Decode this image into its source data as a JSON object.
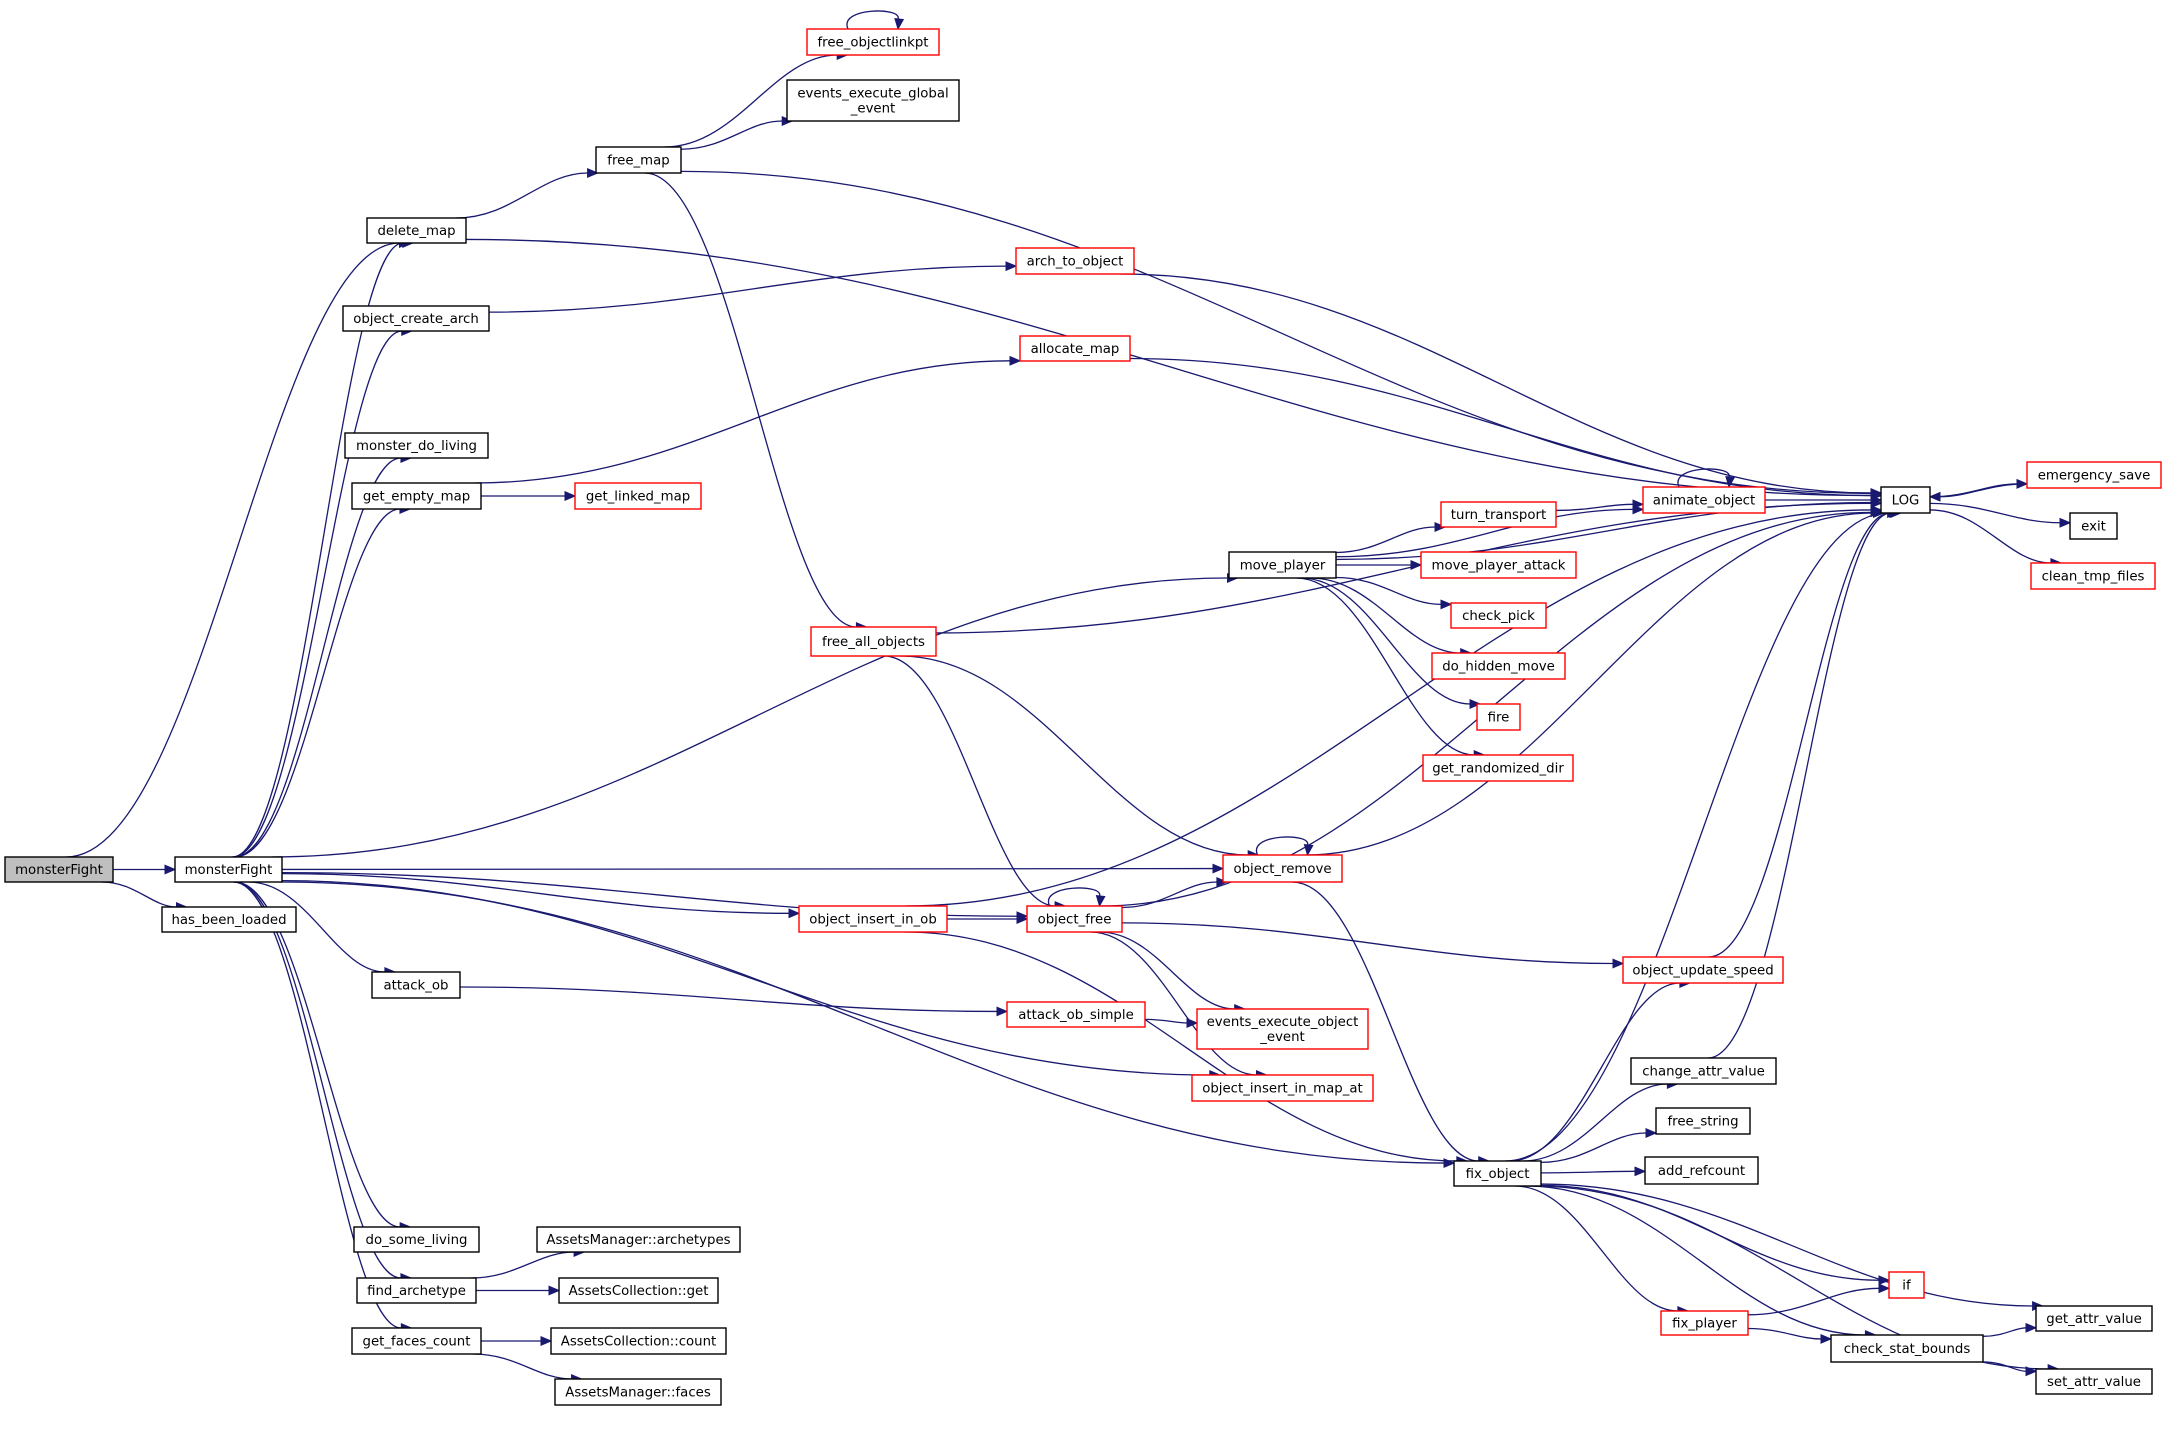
{
  "diagram": {
    "type": "call-graph",
    "colors": {
      "edge": "#191970",
      "root_fill": "#bfbfbf",
      "normal_border": "#000000",
      "truncated_border": "#ff0000"
    },
    "nodes": [
      {
        "id": "root",
        "label": [
          "monsterFight"
        ],
        "kind": "root"
      },
      {
        "id": "monsterFight",
        "label": [
          "monsterFight"
        ],
        "kind": "normal"
      },
      {
        "id": "has_been_loaded",
        "label": [
          "has_been_loaded"
        ],
        "kind": "normal"
      },
      {
        "id": "delete_map",
        "label": [
          "delete_map"
        ],
        "kind": "normal"
      },
      {
        "id": "free_map",
        "label": [
          "free_map"
        ],
        "kind": "normal"
      },
      {
        "id": "free_objectlinkpt",
        "label": [
          "free_objectlinkpt"
        ],
        "kind": "red"
      },
      {
        "id": "events_execute_global_event",
        "label": [
          "events_execute_global",
          "_event"
        ],
        "kind": "normal"
      },
      {
        "id": "object_create_arch",
        "label": [
          "object_create_arch"
        ],
        "kind": "normal"
      },
      {
        "id": "arch_to_object",
        "label": [
          "arch_to_object"
        ],
        "kind": "red"
      },
      {
        "id": "allocate_map",
        "label": [
          "allocate_map"
        ],
        "kind": "red"
      },
      {
        "id": "monster_do_living",
        "label": [
          "monster_do_living"
        ],
        "kind": "normal"
      },
      {
        "id": "get_empty_map",
        "label": [
          "get_empty_map"
        ],
        "kind": "normal"
      },
      {
        "id": "get_linked_map",
        "label": [
          "get_linked_map"
        ],
        "kind": "red"
      },
      {
        "id": "move_player",
        "label": [
          "move_player"
        ],
        "kind": "normal"
      },
      {
        "id": "turn_transport",
        "label": [
          "turn_transport"
        ],
        "kind": "red"
      },
      {
        "id": "move_player_attack",
        "label": [
          "move_player_attack"
        ],
        "kind": "red"
      },
      {
        "id": "check_pick",
        "label": [
          "check_pick"
        ],
        "kind": "red"
      },
      {
        "id": "do_hidden_move",
        "label": [
          "do_hidden_move"
        ],
        "kind": "red"
      },
      {
        "id": "fire",
        "label": [
          "fire"
        ],
        "kind": "red"
      },
      {
        "id": "get_randomized_dir",
        "label": [
          "get_randomized_dir"
        ],
        "kind": "red"
      },
      {
        "id": "animate_object",
        "label": [
          "animate_object"
        ],
        "kind": "red"
      },
      {
        "id": "LOG",
        "label": [
          "LOG"
        ],
        "kind": "normal"
      },
      {
        "id": "emergency_save",
        "label": [
          "emergency_save"
        ],
        "kind": "red"
      },
      {
        "id": "exit",
        "label": [
          "exit"
        ],
        "kind": "normal"
      },
      {
        "id": "clean_tmp_files",
        "label": [
          "clean_tmp_files"
        ],
        "kind": "red"
      },
      {
        "id": "free_all_objects",
        "label": [
          "free_all_objects"
        ],
        "kind": "red"
      },
      {
        "id": "object_remove",
        "label": [
          "object_remove"
        ],
        "kind": "red"
      },
      {
        "id": "object_insert_in_ob",
        "label": [
          "object_insert_in_ob"
        ],
        "kind": "red"
      },
      {
        "id": "object_free",
        "label": [
          "object_free"
        ],
        "kind": "red"
      },
      {
        "id": "object_update_speed",
        "label": [
          "object_update_speed"
        ],
        "kind": "red"
      },
      {
        "id": "attack_ob",
        "label": [
          "attack_ob"
        ],
        "kind": "normal"
      },
      {
        "id": "attack_ob_simple",
        "label": [
          "attack_ob_simple"
        ],
        "kind": "red"
      },
      {
        "id": "events_execute_object_event",
        "label": [
          "events_execute_object",
          "_event"
        ],
        "kind": "red"
      },
      {
        "id": "object_insert_in_map_at",
        "label": [
          "object_insert_in_map_at"
        ],
        "kind": "red"
      },
      {
        "id": "change_attr_value",
        "label": [
          "change_attr_value"
        ],
        "kind": "normal"
      },
      {
        "id": "free_string",
        "label": [
          "free_string"
        ],
        "kind": "normal"
      },
      {
        "id": "fix_object",
        "label": [
          "fix_object"
        ],
        "kind": "normal"
      },
      {
        "id": "add_refcount",
        "label": [
          "add_refcount"
        ],
        "kind": "normal"
      },
      {
        "id": "if",
        "label": [
          "if"
        ],
        "kind": "red"
      },
      {
        "id": "fix_player",
        "label": [
          "fix_player"
        ],
        "kind": "red"
      },
      {
        "id": "check_stat_bounds",
        "label": [
          "check_stat_bounds"
        ],
        "kind": "normal"
      },
      {
        "id": "get_attr_value",
        "label": [
          "get_attr_value"
        ],
        "kind": "normal"
      },
      {
        "id": "set_attr_value",
        "label": [
          "set_attr_value"
        ],
        "kind": "normal"
      },
      {
        "id": "do_some_living",
        "label": [
          "do_some_living"
        ],
        "kind": "normal"
      },
      {
        "id": "find_archetype",
        "label": [
          "find_archetype"
        ],
        "kind": "normal"
      },
      {
        "id": "AssetsManager_archetypes",
        "label": [
          "AssetsManager::archetypes"
        ],
        "kind": "normal"
      },
      {
        "id": "AssetsCollection_get",
        "label": [
          "AssetsCollection::get"
        ],
        "kind": "normal"
      },
      {
        "id": "get_faces_count",
        "label": [
          "get_faces_count"
        ],
        "kind": "normal"
      },
      {
        "id": "AssetsCollection_count",
        "label": [
          "AssetsCollection::count"
        ],
        "kind": "normal"
      },
      {
        "id": "AssetsManager_faces",
        "label": [
          "AssetsManager::faces"
        ],
        "kind": "normal"
      }
    ],
    "edges": [
      [
        "root",
        "monsterFight"
      ],
      [
        "root",
        "has_been_loaded"
      ],
      [
        "root",
        "delete_map"
      ],
      [
        "monsterFight",
        "delete_map"
      ],
      [
        "monsterFight",
        "object_create_arch"
      ],
      [
        "monsterFight",
        "monster_do_living"
      ],
      [
        "monsterFight",
        "get_empty_map"
      ],
      [
        "monsterFight",
        "move_player"
      ],
      [
        "monsterFight",
        "object_remove"
      ],
      [
        "monsterFight",
        "object_free"
      ],
      [
        "monsterFight",
        "object_insert_in_ob"
      ],
      [
        "monsterFight",
        "attack_ob"
      ],
      [
        "monsterFight",
        "object_insert_in_map_at"
      ],
      [
        "monsterFight",
        "fix_object"
      ],
      [
        "monsterFight",
        "do_some_living"
      ],
      [
        "monsterFight",
        "find_archetype"
      ],
      [
        "monsterFight",
        "get_faces_count"
      ],
      [
        "delete_map",
        "free_map"
      ],
      [
        "delete_map",
        "LOG"
      ],
      [
        "free_map",
        "free_objectlinkpt"
      ],
      [
        "free_map",
        "events_execute_global_event"
      ],
      [
        "free_map",
        "LOG"
      ],
      [
        "free_map",
        "free_all_objects"
      ],
      [
        "free_objectlinkpt",
        "free_objectlinkpt"
      ],
      [
        "object_create_arch",
        "arch_to_object"
      ],
      [
        "arch_to_object",
        "LOG"
      ],
      [
        "get_empty_map",
        "allocate_map"
      ],
      [
        "get_empty_map",
        "get_linked_map"
      ],
      [
        "allocate_map",
        "LOG"
      ],
      [
        "move_player",
        "LOG"
      ],
      [
        "move_player",
        "animate_object"
      ],
      [
        "move_player",
        "turn_transport"
      ],
      [
        "move_player",
        "move_player_attack"
      ],
      [
        "move_player",
        "check_pick"
      ],
      [
        "move_player",
        "do_hidden_move"
      ],
      [
        "move_player",
        "fire"
      ],
      [
        "move_player",
        "get_randomized_dir"
      ],
      [
        "turn_transport",
        "animate_object"
      ],
      [
        "animate_object",
        "animate_object"
      ],
      [
        "animate_object",
        "LOG"
      ],
      [
        "LOG",
        "emergency_save"
      ],
      [
        "LOG",
        "exit"
      ],
      [
        "LOG",
        "clean_tmp_files"
      ],
      [
        "emergency_save",
        "LOG"
      ],
      [
        "free_all_objects",
        "LOG"
      ],
      [
        "free_all_objects",
        "object_remove"
      ],
      [
        "free_all_objects",
        "object_free"
      ],
      [
        "object_remove",
        "object_remove"
      ],
      [
        "object_remove",
        "LOG"
      ],
      [
        "object_remove",
        "fix_object"
      ],
      [
        "object_insert_in_ob",
        "LOG"
      ],
      [
        "object_insert_in_ob",
        "object_free"
      ],
      [
        "object_insert_in_ob",
        "fix_object"
      ],
      [
        "object_free",
        "object_free"
      ],
      [
        "object_free",
        "object_remove"
      ],
      [
        "object_free",
        "LOG"
      ],
      [
        "object_free",
        "object_update_speed"
      ],
      [
        "object_free",
        "events_execute_object_event"
      ],
      [
        "object_free",
        "object_insert_in_map_at"
      ],
      [
        "attack_ob",
        "attack_ob_simple"
      ],
      [
        "attack_ob_simple",
        "events_execute_object_event"
      ],
      [
        "object_update_speed",
        "LOG"
      ],
      [
        "fix_object",
        "object_update_speed"
      ],
      [
        "fix_object",
        "LOG"
      ],
      [
        "fix_object",
        "change_attr_value"
      ],
      [
        "fix_object",
        "free_string"
      ],
      [
        "fix_object",
        "add_refcount"
      ],
      [
        "fix_object",
        "get_attr_value"
      ],
      [
        "fix_object",
        "if"
      ],
      [
        "fix_object",
        "fix_player"
      ],
      [
        "fix_object",
        "check_stat_bounds"
      ],
      [
        "fix_object",
        "set_attr_value"
      ],
      [
        "change_attr_value",
        "LOG"
      ],
      [
        "fix_player",
        "if"
      ],
      [
        "fix_player",
        "check_stat_bounds"
      ],
      [
        "check_stat_bounds",
        "get_attr_value"
      ],
      [
        "check_stat_bounds",
        "set_attr_value"
      ],
      [
        "find_archetype",
        "AssetsManager_archetypes"
      ],
      [
        "find_archetype",
        "AssetsCollection_get"
      ],
      [
        "get_faces_count",
        "AssetsCollection_count"
      ],
      [
        "get_faces_count",
        "AssetsManager_faces"
      ]
    ]
  }
}
